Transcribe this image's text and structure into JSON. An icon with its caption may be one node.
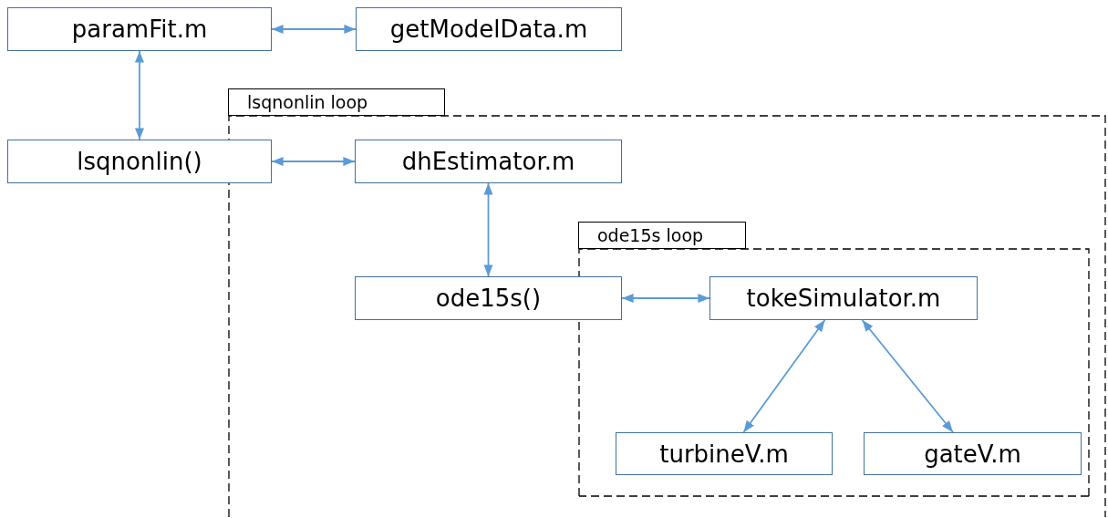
{
  "diagram": {
    "nodes": [
      {
        "text": [
          "paramFit.m"
        ]
      },
      {
        "text": [
          "getModelData.m"
        ]
      },
      {
        "text": [
          "lsqnonlin loop"
        ]
      },
      {
        "text": [
          "lsqnonlin()"
        ]
      },
      {
        "text": [
          "dhEstimator.m"
        ],
        "in": 2
      },
      {
        "text": [
          "ode15s loop"
        ],
        "in": 2
      },
      {
        "text": [
          "ode15s()"
        ],
        "in": 2
      },
      {
        "text": [
          "tokeSimulator.m"
        ],
        "in": 5
      },
      {
        "text": [
          "turbineV.m"
        ],
        "in": 5
      },
      {
        "text": [
          "gateV.m"
        ],
        "in": 5
      }
    ],
    "edges": [
      {
        "from": 0,
        "to": 1,
        "arrow": "both"
      },
      {
        "from": 0,
        "to": 3,
        "arrow": "both"
      },
      {
        "from": 3,
        "to": 4,
        "arrow": "both"
      },
      {
        "from": 4,
        "to": 6,
        "arrow": "both"
      },
      {
        "from": 6,
        "to": 7,
        "arrow": "both"
      },
      {
        "from": 7,
        "to": 8,
        "arrow": "both"
      },
      {
        "from": 7,
        "to": 9,
        "arrow": "both"
      }
    ]
  }
}
